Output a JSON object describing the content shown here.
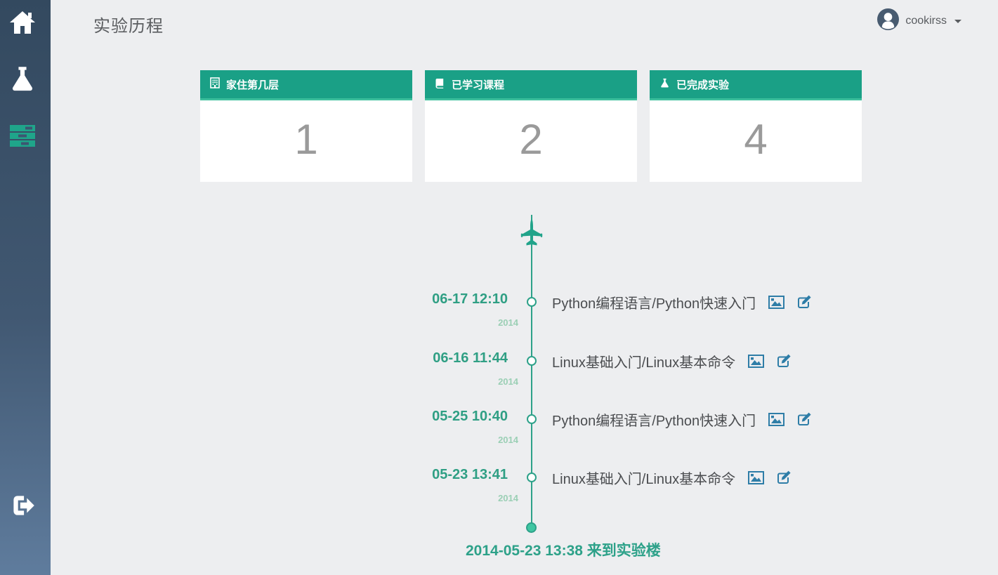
{
  "app": {
    "title": "实验历程"
  },
  "user": {
    "name": "cookirss"
  },
  "sidebar": {
    "items": [
      {
        "id": "home",
        "icon": "home-icon"
      },
      {
        "id": "experiments",
        "icon": "flask-icon"
      },
      {
        "id": "history",
        "icon": "tasks-icon",
        "active": true
      },
      {
        "id": "logout",
        "icon": "sign-out-icon"
      }
    ]
  },
  "stats": {
    "cards": [
      {
        "label": "家住第几层",
        "value": "1",
        "icon": "building-icon"
      },
      {
        "label": "已学习课程",
        "value": "2",
        "icon": "book-icon"
      },
      {
        "label": "已完成实验",
        "value": "4",
        "icon": "flask-icon"
      }
    ]
  },
  "timeline": {
    "entries": [
      {
        "date": "06-17 12:10",
        "year": "2014",
        "title": "Python编程语言/Python快速入门"
      },
      {
        "date": "06-16 11:44",
        "year": "2014",
        "title": "Linux基础入门/Linux基本命令"
      },
      {
        "date": "05-25 10:40",
        "year": "2014",
        "title": "Python编程语言/Python快速入门"
      },
      {
        "date": "05-23 13:41",
        "year": "2014",
        "title": "Linux基础入门/Linux基本命令"
      }
    ],
    "footer": "2014-05-23 13:38 来到实验楼"
  },
  "colors": {
    "accent_green": "#1aa086",
    "accent_green_light": "#3cbf9c",
    "timeline_green": "#2da189",
    "year_green": "#9bcfb5",
    "icon_blue": "#2e7da7",
    "sidebar_top": "#33495f",
    "sidebar_bottom": "#5f7c9d",
    "background": "#edeef0"
  }
}
